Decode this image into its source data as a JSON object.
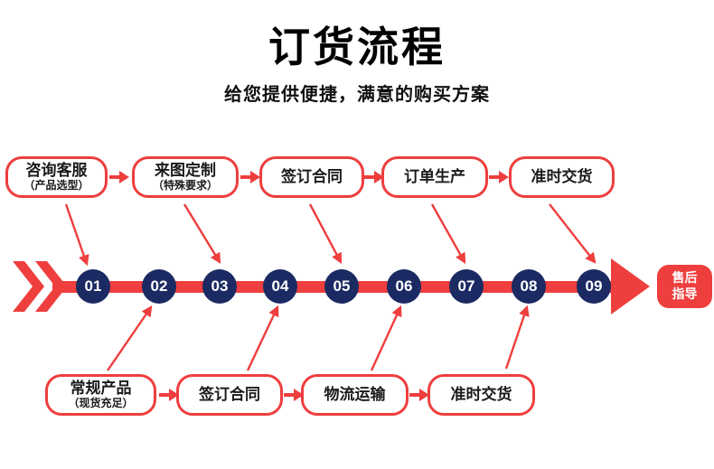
{
  "colors": {
    "red": "#ee3e3e",
    "navy": "#1b2a62",
    "title_text": "#000000",
    "box_text": "#1a1a1a"
  },
  "header": {
    "title": "订货流程",
    "subtitle": "给您提供便捷，满意的购买方案"
  },
  "top_steps": [
    {
      "label": "咨询客服",
      "note": "（产品选型）"
    },
    {
      "label": "来图定制",
      "note": "（特殊要求）"
    },
    {
      "label": "签订合同"
    },
    {
      "label": "订单生产"
    },
    {
      "label": "准时交货"
    }
  ],
  "bottom_steps": [
    {
      "label": "常规产品",
      "note": "（现货充足）"
    },
    {
      "label": "签订合同"
    },
    {
      "label": "物流运输"
    },
    {
      "label": "准时交货"
    }
  ],
  "timeline": {
    "numbers": [
      "01",
      "02",
      "03",
      "04",
      "05",
      "06",
      "07",
      "08",
      "09"
    ]
  },
  "after_sale": {
    "line1": "售后",
    "line2": "指导"
  }
}
